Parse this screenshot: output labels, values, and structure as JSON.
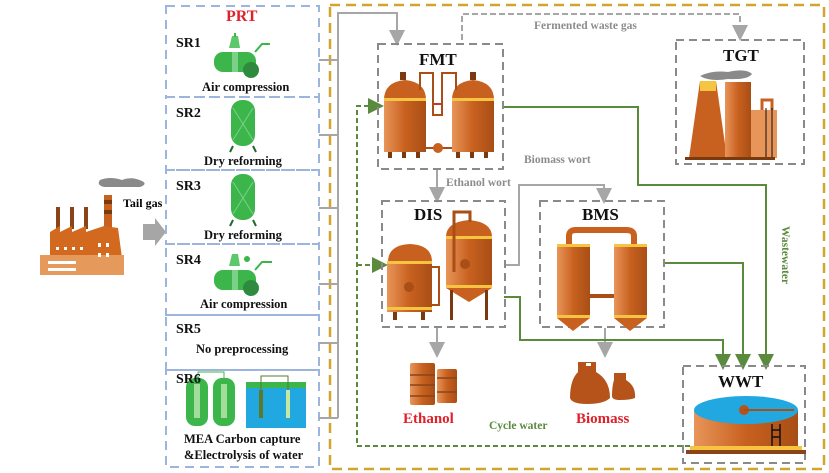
{
  "source": {
    "label": "Tail gas",
    "icon": "factory-icon"
  },
  "prt": {
    "title": "PRT",
    "routes": [
      {
        "id": "SR1",
        "desc": "Air compression",
        "icon": "air-compressor-icon"
      },
      {
        "id": "SR2",
        "desc": "Dry reforming",
        "icon": "reformer-tank-icon"
      },
      {
        "id": "SR3",
        "desc": "Dry reforming",
        "icon": "reformer-tank-icon"
      },
      {
        "id": "SR4",
        "desc": "Air compression",
        "icon": "air-compressor-icon"
      },
      {
        "id": "SR5",
        "desc": "No preprocessing",
        "icon": ""
      },
      {
        "id": "SR6",
        "desc_line1": "MEA Carbon capture",
        "desc_line2": "&Electrolysis of water",
        "icon": "carbon-capture-electrolysis-icon"
      }
    ]
  },
  "units": {
    "fmt": {
      "title": "FMT",
      "icon": "fermenter-tanks-icon"
    },
    "tgt": {
      "title": "TGT",
      "icon": "tail-gas-treatment-plant-icon"
    },
    "dis": {
      "title": "DIS",
      "icon": "distillation-tanks-icon"
    },
    "bms": {
      "title": "BMS",
      "icon": "biomass-separator-icon"
    },
    "wwt": {
      "title": "WWT",
      "icon": "wastewater-tank-icon"
    }
  },
  "flows": {
    "fermented_waste_gas": "Fermented waste gas",
    "ethanol_wort": "Ethanol wort",
    "biomass_wort": "Biomass wort",
    "wastewater": "Wastewater",
    "cycle_water": "Cycle water"
  },
  "products": {
    "ethanol": "Ethanol",
    "biomass": "Biomass"
  },
  "colors": {
    "prt_border": "#9db4df",
    "system_border": "#d4a52a",
    "unit_border": "#8a8a8a",
    "gas_line": "#a6a6a6",
    "water_line": "#5a8a3c",
    "equipment": "#c8611f",
    "green_equipment": "#3cb54a",
    "product_text": "#e0202a"
  }
}
